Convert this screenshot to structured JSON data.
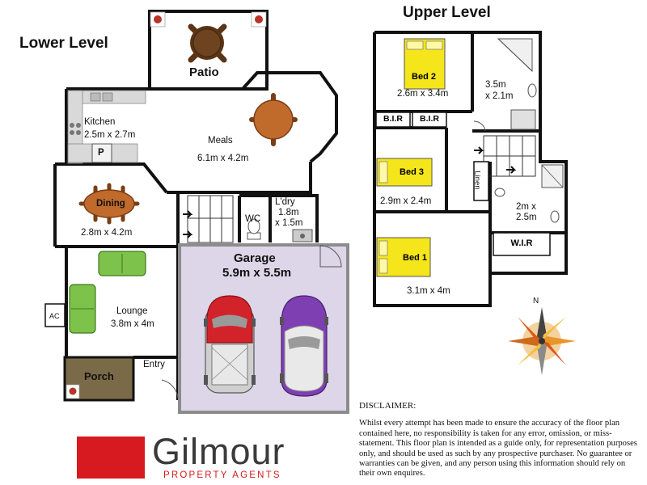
{
  "headings": {
    "lower": "Lower Level",
    "upper": "Upper Level"
  },
  "rooms": {
    "patio": {
      "name": "Patio"
    },
    "kitchen": {
      "name": "Kitchen",
      "size": "2.5m x 2.7m"
    },
    "pantry": {
      "name": "P"
    },
    "meals": {
      "name": "Meals",
      "size": "6.1m x 4.2m"
    },
    "dining": {
      "name": "Dining",
      "size": "2.8m x 4.2m"
    },
    "wc": {
      "name": "WC"
    },
    "laundry": {
      "name": "L'dry",
      "size_line1": "1.8m",
      "size_line2": "x 1.5m"
    },
    "garage": {
      "name": "Garage",
      "size": "5.9m x 5.5m"
    },
    "lounge": {
      "name": "Lounge",
      "size": "3.8m x 4m"
    },
    "ac": {
      "name": "AC"
    },
    "porch": {
      "name": "Porch"
    },
    "entry": {
      "name": "Entry"
    },
    "bed2": {
      "name": "Bed 2",
      "size": "2.6m x 3.4m"
    },
    "bath_upper": {
      "size_line1": "3.5m",
      "size_line2": "x 2.1m"
    },
    "bir_left": {
      "name": "B.I.R"
    },
    "bir_right": {
      "name": "B.I.R"
    },
    "bed3": {
      "name": "Bed 3",
      "size": "2.9m x 2.4m"
    },
    "linen": {
      "name": "Linen"
    },
    "ensuite": {
      "size_line1": "2m x",
      "size_line2": "2.5m"
    },
    "wir": {
      "name": "W.I.R"
    },
    "bed1": {
      "name": "Bed 1",
      "size": "3.1m x 4m"
    }
  },
  "compass": {
    "north": "N"
  },
  "disclaimer": {
    "heading": "DISCLAIMER:",
    "body": "Whilst every attempt has been made to ensure the accuracy of the floor plan contained here, no responsibility is taken for any error, omission, or miss-statement. This floor plan is intended as a guide only, for representation purposes only, and should be used as such by any prospective purchaser. No guarantee or warranties can be given, and any person using this information should rely on their own enquires."
  },
  "brand": {
    "name": "Gilmour",
    "tagline": "PROPERTY AGENTS",
    "color": "#d71920"
  },
  "colors": {
    "wall": "#111111",
    "kitchen_bench": "#d9d9d9",
    "garage_floor": "#ddd6e8",
    "porch_floor": "#7a6a48",
    "bed_highlight": "#f5e51b",
    "table_wood": "#c06a2c",
    "sofa": "#7dc24a",
    "car_red": "#d2232a",
    "car_purple": "#7e3fb2"
  }
}
